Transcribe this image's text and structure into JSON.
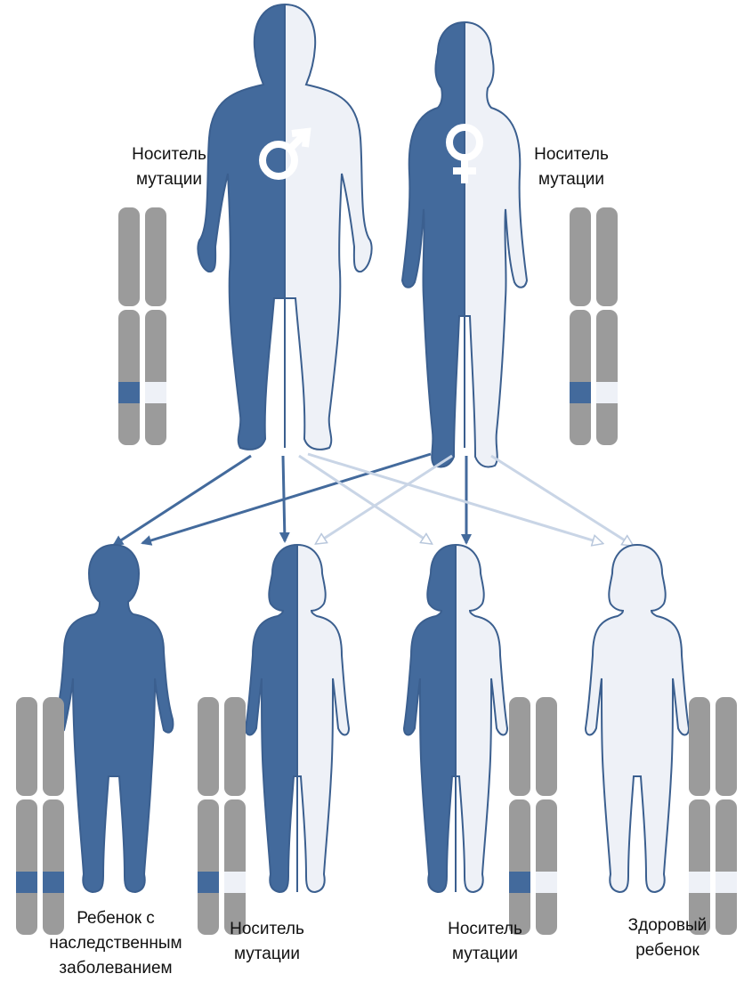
{
  "colors": {
    "blue": "#436a9c",
    "light": "#eef1f7",
    "outline": "#3b5f8f",
    "chromosome": "#9b9b9b",
    "arrow_blue": "#436a9c",
    "arrow_light": "#c9d5e6"
  },
  "parents": {
    "father": {
      "symbol_icon": "male-symbol-icon",
      "label_line1": "Носитель",
      "label_line2": "мутации",
      "chromosome_marks": [
        "blue",
        "light"
      ]
    },
    "mother": {
      "symbol_icon": "female-symbol-icon",
      "label_line1": "Носитель",
      "label_line2": "мутации",
      "chromosome_marks": [
        "blue",
        "light"
      ]
    }
  },
  "children": [
    {
      "fill": "blue",
      "label_line1": "Ребенок с",
      "label_line2": "наследственным",
      "label_line3": "заболеванием",
      "chromosome_marks": [
        "blue",
        "blue"
      ]
    },
    {
      "fill": "half",
      "label_line1": "Носитель",
      "label_line2": "мутации",
      "chromosome_marks": [
        "blue",
        "light"
      ]
    },
    {
      "fill": "half",
      "label_line1": "Носитель",
      "label_line2": "мутации",
      "chromosome_marks": [
        "blue",
        "light"
      ]
    },
    {
      "fill": "light",
      "label_line1": "Здоровый",
      "label_line2": "ребенок",
      "chromosome_marks": [
        "light",
        "light"
      ]
    }
  ]
}
